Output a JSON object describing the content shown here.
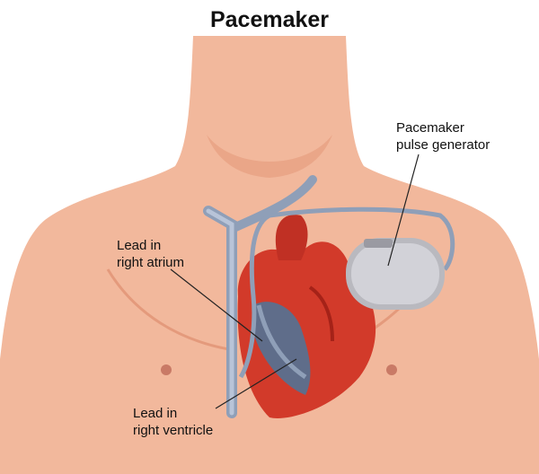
{
  "title": "Pacemaker",
  "labels": {
    "generator": {
      "line1": "Pacemaker",
      "line2": "pulse generator"
    },
    "atrium": {
      "line1": "Lead in",
      "line2": "right atrium"
    },
    "ventricle": {
      "line1": "Lead in",
      "line2": "right ventricle"
    }
  },
  "colors": {
    "skin": "#f2b89c",
    "skin_shadow": "#e49a7c",
    "heart": "#d23a2a",
    "vein": "#9aa8c0",
    "device": "#c8c8cc"
  }
}
